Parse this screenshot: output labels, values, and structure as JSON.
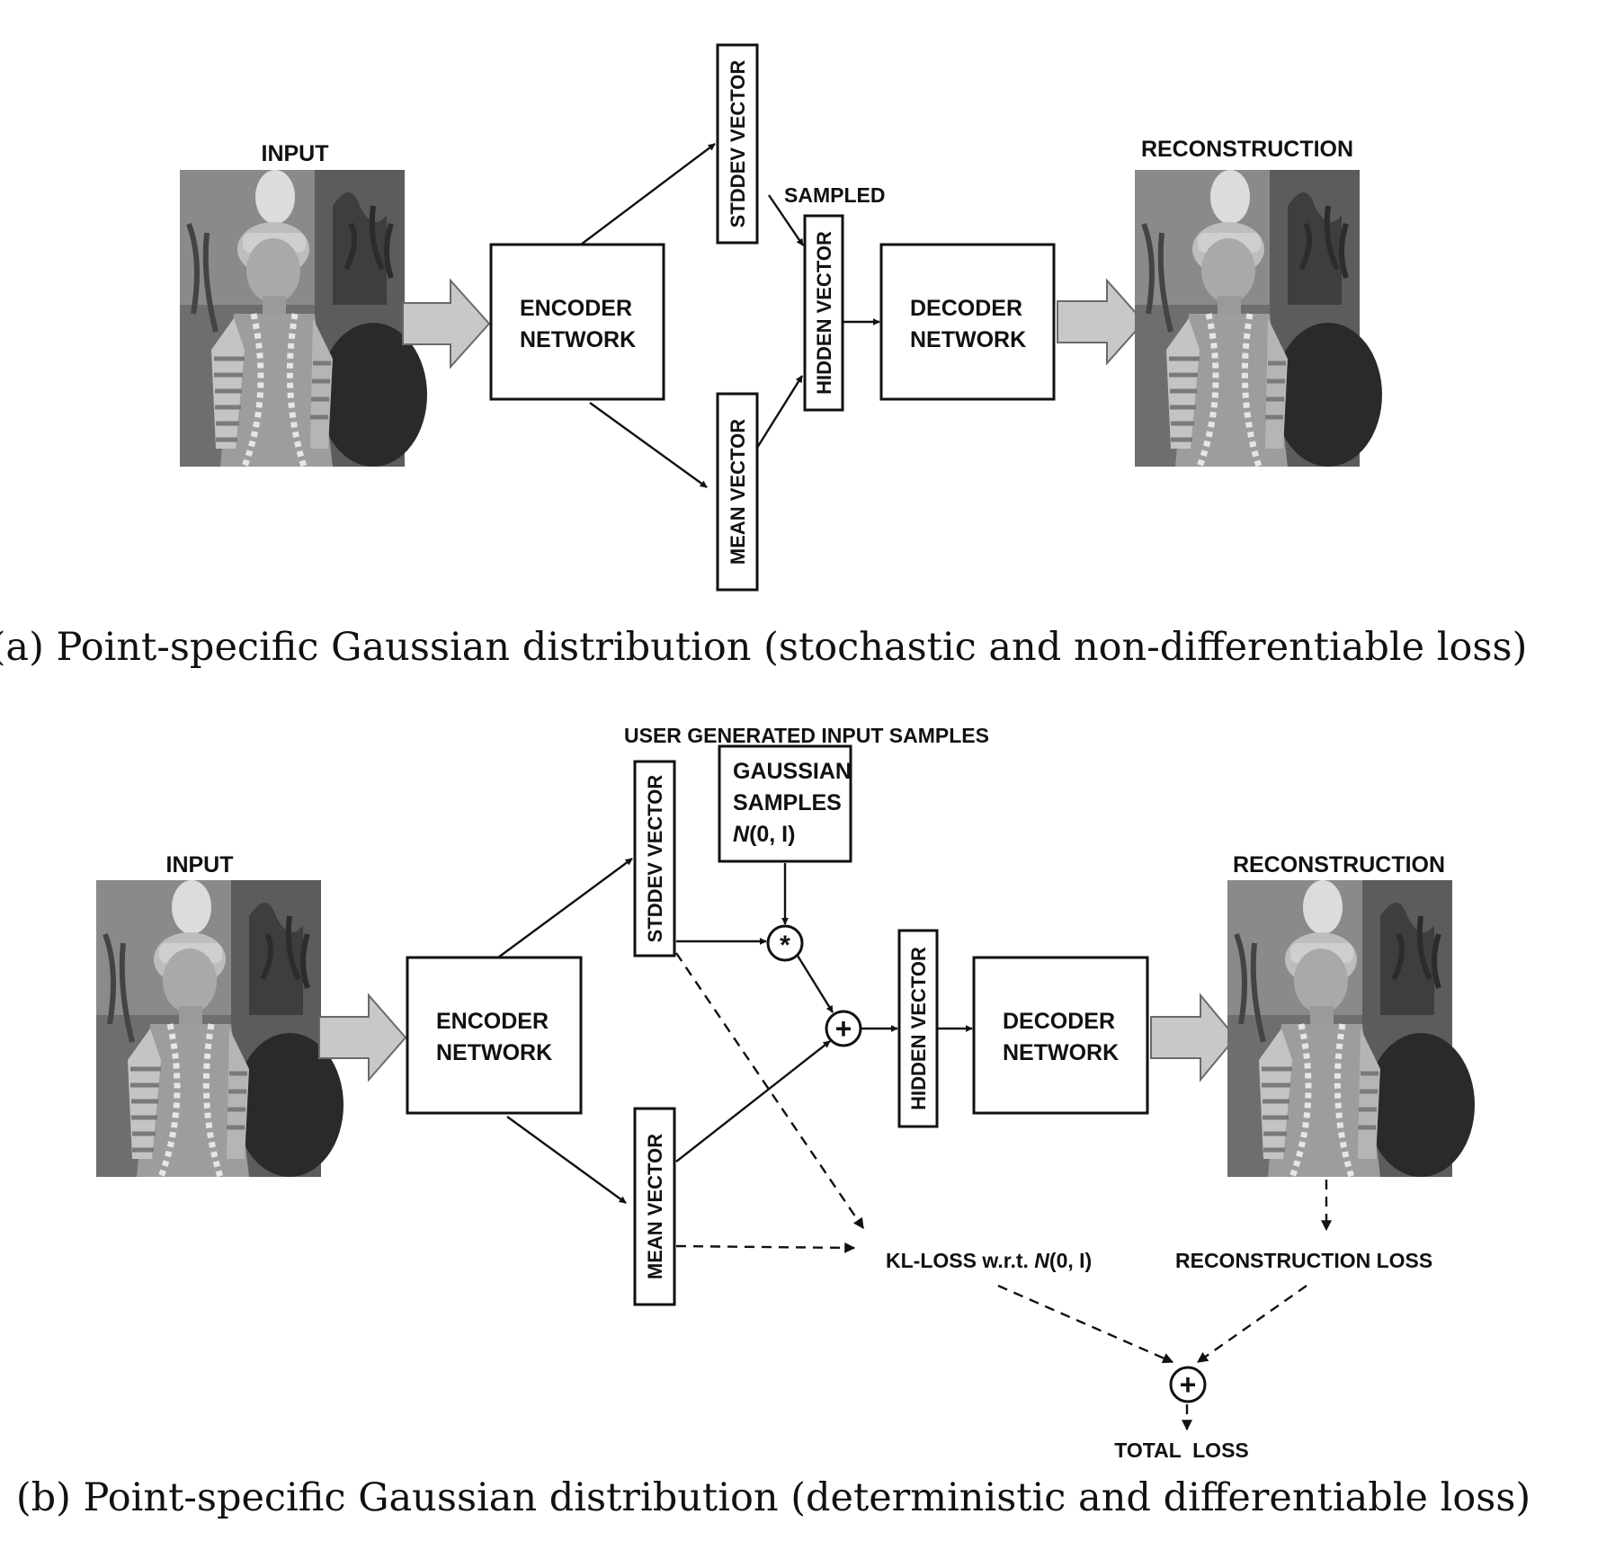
{
  "panel_a": {
    "input_label": "INPUT",
    "reconstruction_label": "RECONSTRUCTION",
    "encoder_line1": "ENCODER",
    "encoder_line2": "NETWORK",
    "decoder_line1": "DECODER",
    "decoder_line2": "NETWORK",
    "stddev_vector": "STDDEV VECTOR",
    "mean_vector": "MEAN VECTOR",
    "sampled_label": "SAMPLED",
    "hidden_vector": "HIDDEN VECTOR",
    "caption": "(a) Point-specific Gaussian distribution (stochastic and non-differentiable loss)"
  },
  "panel_b": {
    "input_label": "INPUT",
    "reconstruction_label": "RECONSTRUCTION",
    "encoder_line1": "ENCODER",
    "encoder_line2": "NETWORK",
    "decoder_line1": "DECODER",
    "decoder_line2": "NETWORK",
    "stddev_vector": "STDDEV VECTOR",
    "mean_vector": "MEAN VECTOR",
    "hidden_vector": "HIDDEN VECTOR",
    "user_generated_label": "USER GENERATED INPUT SAMPLES",
    "gaussian_line1": "GAUSSIAN",
    "gaussian_line2": "SAMPLES",
    "gaussian_dist": "N",
    "gaussian_params": "(0, I)",
    "multiply_symbol": "*",
    "plus_symbol": "+",
    "kl_loss_prefix": "KL-LOSS w.r.t. ",
    "kl_loss_dist": "N",
    "kl_loss_params": "(0, I)",
    "reconstruction_loss": "RECONSTRUCTION LOSS",
    "total_loss": "TOTAL  LOSS",
    "caption": "(b) Point-specific Gaussian distribution (deterministic and differentiable loss)"
  }
}
